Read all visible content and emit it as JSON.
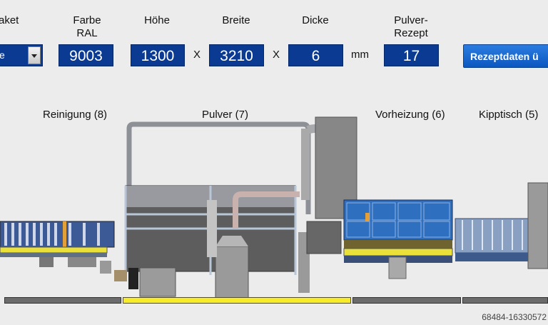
{
  "header": {
    "labels": {
      "paket": "aket",
      "farbe": "Farbe\nRAL",
      "hoehe": "Höhe",
      "breite": "Breite",
      "dicke": "Dicke",
      "pulver": "Pulver-\nRezept"
    },
    "paket_value": "e",
    "farbe_value": "9003",
    "hoehe_value": "1300",
    "breite_value": "3210",
    "dicke_value": "6",
    "pulver_value": "17",
    "times1": "X",
    "times2": "X",
    "unit": "mm",
    "button_label": "Rezeptdaten ü"
  },
  "sections": {
    "reinigung": "Reinigung (8)",
    "pulver": "Pulver (7)",
    "vorheizung": "Vorheizung (6)",
    "kipptisch": "Kipptisch (5)"
  },
  "watermark": "68484-16330572",
  "colors": {
    "field_bg": "#0b3a93",
    "button_bg": "#1466d0",
    "active_track": "#f7ec2a",
    "machine_blue": "#2f6fc0",
    "machine_gray": "#5e5e5e"
  }
}
